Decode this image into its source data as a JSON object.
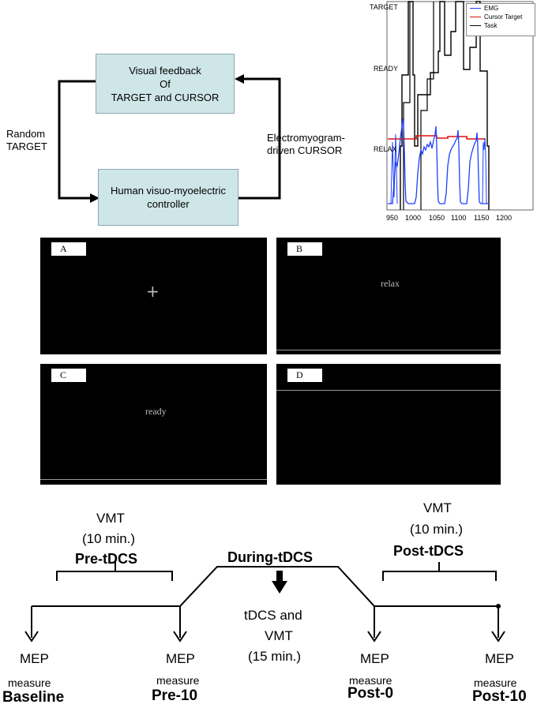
{
  "loop": {
    "visual_box": "Visual feedback Of TARGET and CURSOR",
    "visual_box_lines": [
      "Visual feedback",
      "Of",
      "TARGET and CURSOR"
    ],
    "controller_box_lines": [
      "Human visuo-myoelectric",
      "controller"
    ],
    "left_label_lines": [
      "Random",
      "TARGET"
    ],
    "right_label_lines": [
      "Electromyogram-",
      "driven CURSOR"
    ]
  },
  "emg_plot": {
    "state_labels": [
      "TARGET",
      "READY",
      "RELAX"
    ],
    "legend": [
      {
        "name": "EMG",
        "color": "#1f3fff"
      },
      {
        "name": "Cursor Target",
        "color": "#e01010"
      },
      {
        "name": "Task",
        "color": "#000000"
      }
    ],
    "x_ticks": [
      "950",
      "1000",
      "1050",
      "1100",
      "1150",
      "1200"
    ]
  },
  "panels": [
    {
      "label": "A",
      "text": "+",
      "bar": "none"
    },
    {
      "label": "B",
      "text": "relax",
      "bar": "bottom"
    },
    {
      "label": "C",
      "text": "ready",
      "bar": "bottom"
    },
    {
      "label": "D",
      "text": "",
      "bar": "top"
    }
  ],
  "timeline": {
    "pre": {
      "line1": "VMT",
      "line2": "(10 min.)",
      "line3": "Pre-tDCS"
    },
    "during": {
      "title": "During-tDCS",
      "line1": "tDCS and",
      "line2": "VMT",
      "line3": "(15 min.)"
    },
    "post": {
      "line1": "VMT",
      "line2": "(10 min.)",
      "line3": "Post-tDCS"
    },
    "measures": [
      {
        "mep": "MEP",
        "measure": "measure",
        "name": "Baseline"
      },
      {
        "mep": "MEP",
        "measure": "measure",
        "name": "Pre-10"
      },
      {
        "mep": "MEP",
        "measure": "measure",
        "name": "Post-0"
      },
      {
        "mep": "MEP",
        "measure": "measure",
        "name": "Post-10"
      }
    ]
  }
}
